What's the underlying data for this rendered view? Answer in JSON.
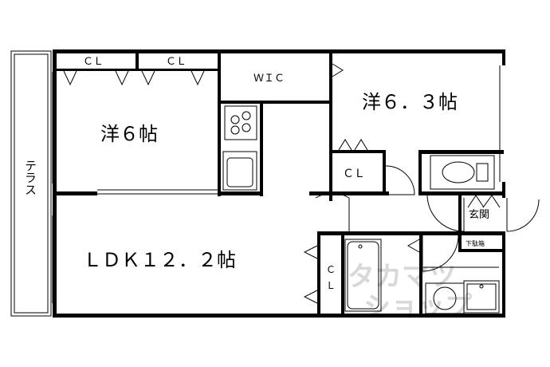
{
  "rooms": {
    "western_a": "洋６帖",
    "western_b": "洋６．３帖",
    "ldk": "ＬＤＫ１２．２帖",
    "wic": "ＷＩＣ",
    "terrace": "テラス",
    "entrance": "玄関",
    "shoe_box": "下駄箱"
  },
  "closets": {
    "cl_1": "ＣＬ",
    "cl_2": "ＣＬ",
    "cl_3": "ＣＬ",
    "cl_ldk_c": "Ｃ",
    "cl_ldk_l": "Ｌ"
  },
  "watermark": [
    "タカマツ",
    "ショップ"
  ]
}
